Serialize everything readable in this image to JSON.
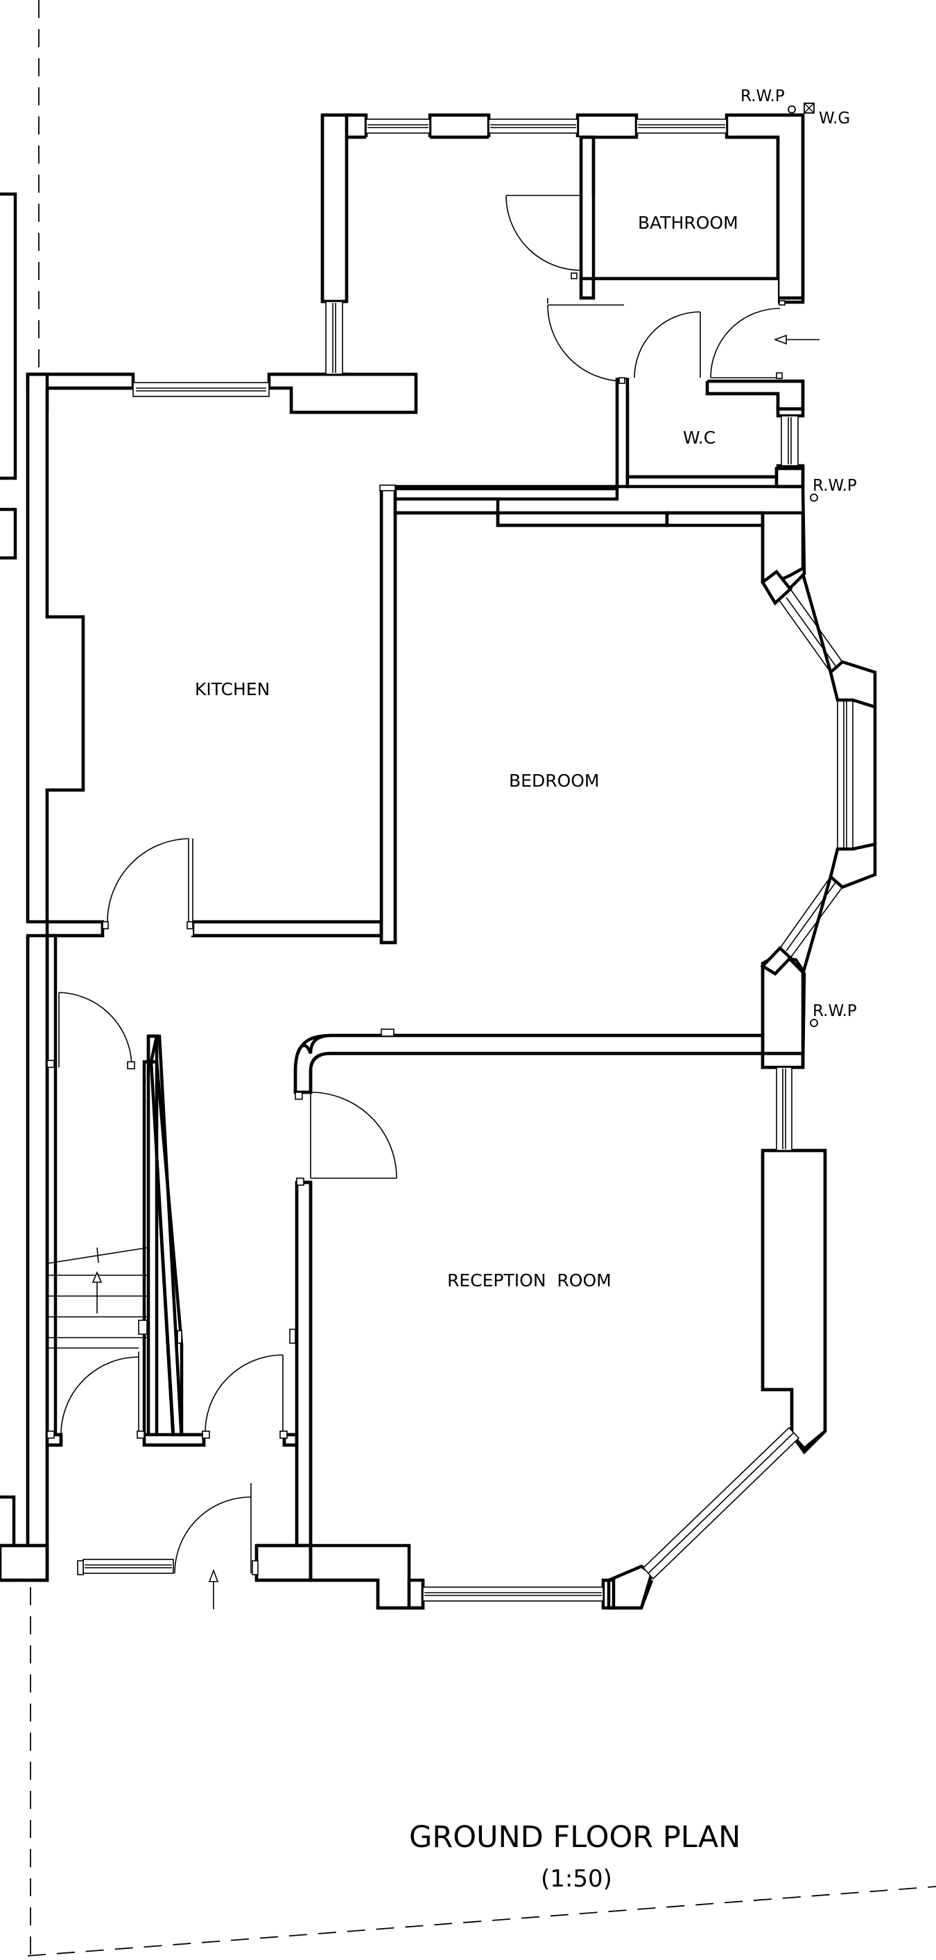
{
  "drawing": {
    "title": "GROUND FLOOR PLAN",
    "scale": "(1:50)"
  },
  "rooms": {
    "bathroom": "BATHROOM",
    "wc": "W.C",
    "kitchen": "KITCHEN",
    "bedroom": "BEDROOM",
    "reception": "RECEPTION  ROOM"
  },
  "annotations": {
    "rwp_top": "R.W.P",
    "wg": "W.G",
    "rwp_middle": "R.W.P",
    "rwp_lower": "R.W.P"
  }
}
